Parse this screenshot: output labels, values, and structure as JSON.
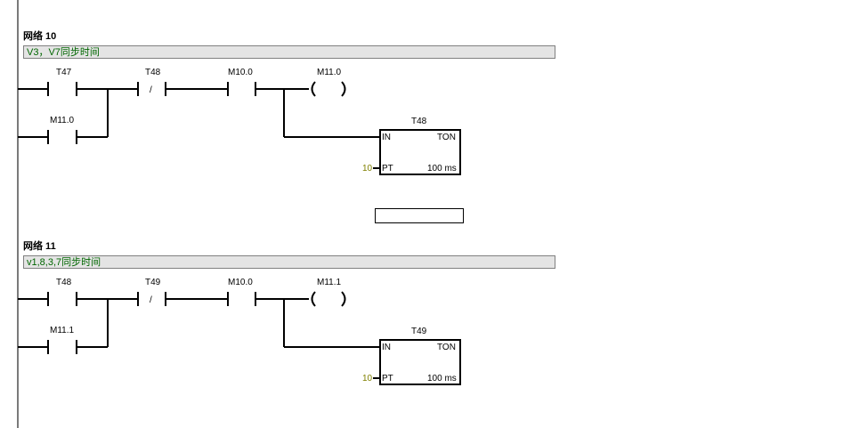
{
  "networks": [
    {
      "title": "网络 10",
      "comment": "V3，V7同步时间",
      "contact1": "T47",
      "contact2": "T48",
      "contact2_symbol": "/",
      "contact3": "M10.0",
      "coil": "M11.0",
      "branch_contact": "M11.0",
      "timer_name": "T48",
      "timer_in": "IN",
      "timer_type": "TON",
      "timer_pt_label": "PT",
      "timer_pt_value": "10",
      "timer_base": "100 ms"
    },
    {
      "title": "网络 11",
      "comment": "v1,8,3,7同步时间",
      "contact1": "T48",
      "contact2": "T49",
      "contact2_symbol": "/",
      "contact3": "M10.0",
      "coil": "M11.1",
      "branch_contact": "M11.1",
      "timer_name": "T49",
      "timer_in": "IN",
      "timer_type": "TON",
      "timer_pt_label": "PT",
      "timer_pt_value": "10",
      "timer_base": "100 ms"
    }
  ]
}
